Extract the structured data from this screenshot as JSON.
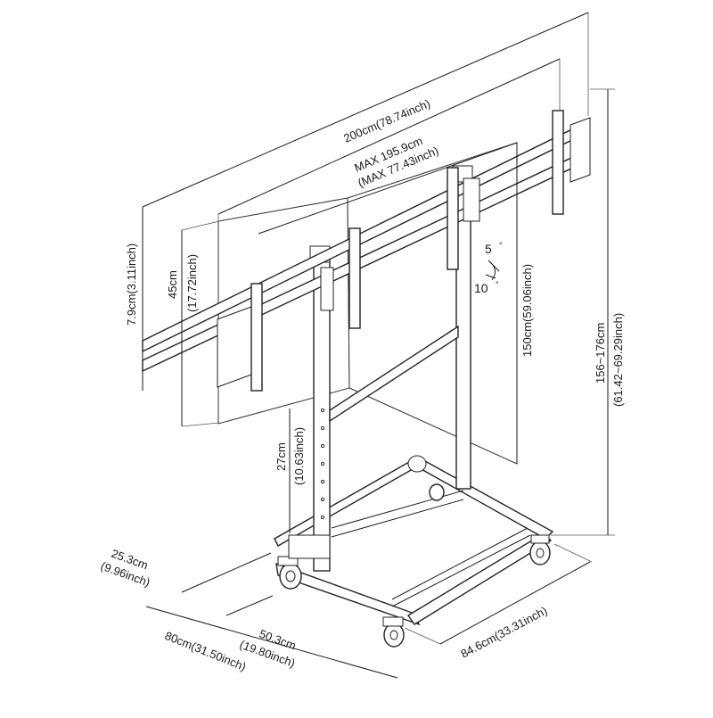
{
  "colors": {
    "line": "#1a1a1a",
    "background": "#ffffff"
  },
  "dimensions": {
    "total_width": "200cm(78.74inch)",
    "max_width_cm": "MAX 195.9cm",
    "max_width_inch": "(MAX 77.43inch)",
    "bracket_height": "7.9cm(3.11inch)",
    "mount_height_cm": "45cm",
    "mount_height_inch": "(17.72inch)",
    "vertical_span": "150cm(59.06inch)",
    "tilt_up": "5",
    "tilt_down": "10",
    "degree": "°",
    "total_height_cm": "156~176cm",
    "total_height_inch": "(61.42~69.29inch)",
    "shelf_height_cm": "27cm",
    "shelf_height_inch": "(10.63inch)",
    "foot_offset_cm": "25.3cm",
    "foot_offset_inch": "(9.96inch)",
    "inner_depth_cm": "50.3cm",
    "inner_depth_inch": "(19.80inch)",
    "base_depth": "80cm(31.50inch)",
    "base_width": "84.6cm(33.31inch)"
  }
}
